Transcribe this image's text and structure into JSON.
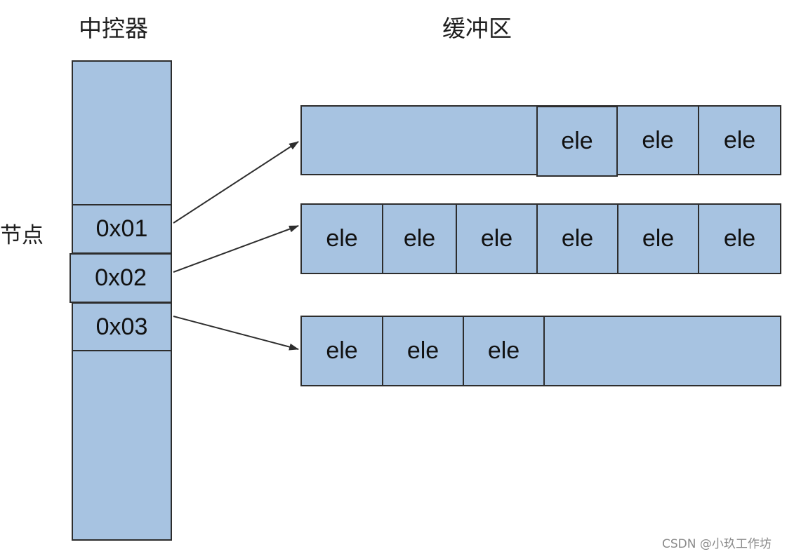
{
  "titles": {
    "controller": "中控器",
    "buffer": "缓冲区",
    "node": "节点"
  },
  "nodes": [
    {
      "label": "0x01"
    },
    {
      "label": "0x02"
    },
    {
      "label": "0x03"
    }
  ],
  "buffers": [
    {
      "elements": [
        "ele",
        "ele",
        "ele"
      ]
    },
    {
      "elements": [
        "ele",
        "ele",
        "ele",
        "ele",
        "ele",
        "ele"
      ]
    },
    {
      "elements": [
        "ele",
        "ele",
        "ele"
      ]
    }
  ],
  "watermark": "CSDN @小玖工作坊",
  "colors": {
    "cell_fill": "#a7c3e1",
    "border": "#2d2d2d",
    "arrow": "#2d2d2d"
  }
}
